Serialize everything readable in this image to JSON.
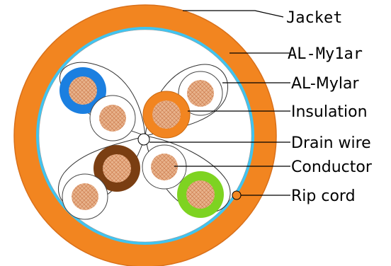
{
  "labels": {
    "jacket": "Jacket",
    "al_mylar_outer": "AL-My1ar",
    "al_mylar_pair": "AL-Mylar",
    "insulation": "Insulation",
    "drain_wire": "Drain wire",
    "conductor": "Conductor",
    "rip_cord": "Rip cord"
  },
  "colors": {
    "jacket": "#f28520",
    "jacket_edge": "#e07a18",
    "foil_shield": "#40c4f0",
    "cable_core": "#ffffff",
    "copper": "#e8b38c",
    "copper_mesh": "#c46a3a",
    "blue": "#1b7fe0",
    "orange": "#f28520",
    "brown": "#7a3e12",
    "green": "#7ed321",
    "line": "#000000"
  },
  "insulation_colors": [
    "blue",
    "white",
    "orange",
    "white",
    "brown",
    "white",
    "white",
    "green"
  ]
}
